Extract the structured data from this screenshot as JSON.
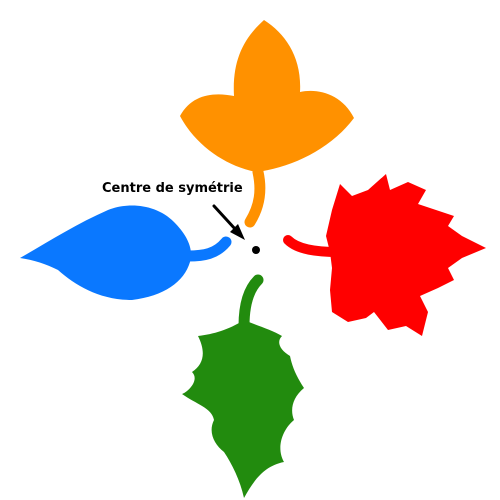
{
  "diagram": {
    "center_label": "Centre de symétrie",
    "leaves": [
      {
        "name": "orange-leaf",
        "color": "#FF9100"
      },
      {
        "name": "red-leaf",
        "color": "#FF0000"
      },
      {
        "name": "green-leaf",
        "color": "#228B0E"
      },
      {
        "name": "blue-leaf",
        "color": "#0A78FF"
      }
    ],
    "center_point_color": "#000000"
  }
}
